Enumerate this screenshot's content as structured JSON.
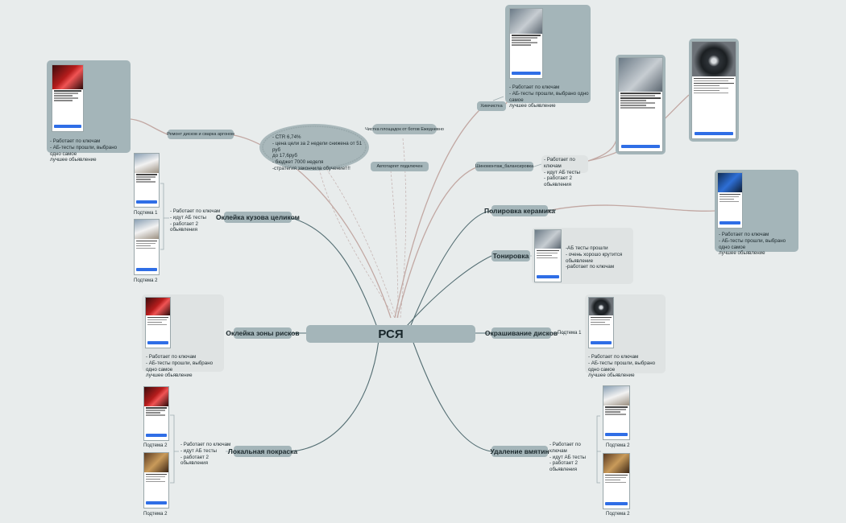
{
  "root": {
    "label": "РСЯ"
  },
  "main_nodes": {
    "ekl_body": "Оклейка кузова целиком",
    "ekl_risk": "Оклейка зоны рисков",
    "local_paint": "Локальная покраска",
    "polish": "Полировка керамика",
    "tint": "Тонировка",
    "discs": "Окрашивание дисков",
    "dents": "Удаление вмятин"
  },
  "aux_nodes": {
    "disk_repair": "Ремонт дисков и сварка аргоном",
    "chem": "Химчистка",
    "tire": "Шиномонтаж_балансировка",
    "autotarget": "Автотаргет подключен",
    "cleanup": "Чистка площадок от ботов Ежедневно"
  },
  "notes": {
    "disk_repair": "- Работает по ключам\n- АБ-тесты прошли, выбрано одно самое\nлучшее обьявление",
    "chem": "- Работает по ключам\n- АБ-тесты прошли, выбрано одно самое\nлучшее обьявление",
    "tire": "- Работает по ключам\n- идут АБ тесты\n- работает 2 обьявления",
    "polish": "- Работает по ключам\n- АБ-тесты прошли, выбрано одно самое\nлучшее обьявление",
    "tint": "-АБ тесты прошли\n- очень хорошо крутится обьявление\n-работает по ключам",
    "ekl_body": "- Работает по ключам\n- идут АБ тесты\n- работает 2 обьявления",
    "ekl_risk": "- Работает по ключам\n- АБ-тесты прошли, выбрано одно самое\nлучшее обьявление",
    "discs": "- Работает по ключам\n- АБ-тесты прошли, выбрано одно самое\nлучшее обьявление",
    "local_paint": "- Работает по ключам\n- идут АБ тесты\n- работает 2 обьявления",
    "dents": "- Работает по ключам\n- идут АБ тесты\n- работает 2 обьявления"
  },
  "stats_blob": "- СТR 6,74%\n- цена цели за 2 недели снижена от 51 руб\nдо 17,6руб\n- бюджет 7000 неделя\n-стратегия закончила обучение!!!!",
  "captions": {
    "body_1": "Подтема 1",
    "body_2": "Подтема 2",
    "discs_1": "Подтема 1",
    "local_1": "Подтема 2",
    "local_2": "Подтема 2",
    "dents_1": "Подтема 2",
    "dents_2": "Подтема 2"
  },
  "colors": {
    "background": "#e8ecec",
    "node": "#a4b5b9",
    "card_light": "#dfe3e3",
    "line_dark": "#546e73",
    "line_warm": "#c2a8a3",
    "blob": "#a9b8bb"
  }
}
